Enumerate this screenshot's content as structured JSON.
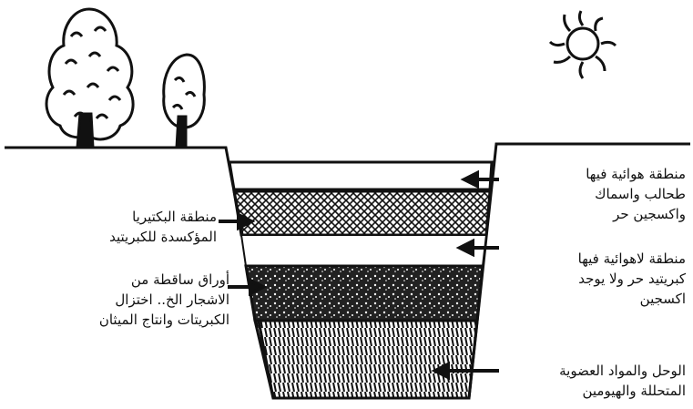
{
  "labels": {
    "aerobic_zone": [
      "منطقة هوائية فيها",
      "طحالب واسماك",
      "واكسجين حر"
    ],
    "bacteria_zone": [
      "منطقة البكتيريا",
      "المؤكسدة للكبريتيد"
    ],
    "anaerobic_zone": [
      "منطقة لاهوائية فيها",
      "كبريتيد حر ولا يوجد",
      "اكسجين"
    ],
    "fallen_leaves": [
      "أوراق ساقطة من",
      "الاشجار الخ.. اختزال",
      "الكبريتات وانتاج الميثان"
    ],
    "mud_layer": [
      "الوحل والمواد العضوية",
      "المتحللة والهيومين"
    ]
  },
  "icons": [
    "sun-icon",
    "large-tree-icon",
    "small-tree-icon"
  ],
  "colors": {
    "ink": "#111111",
    "background": "#ffffff"
  }
}
